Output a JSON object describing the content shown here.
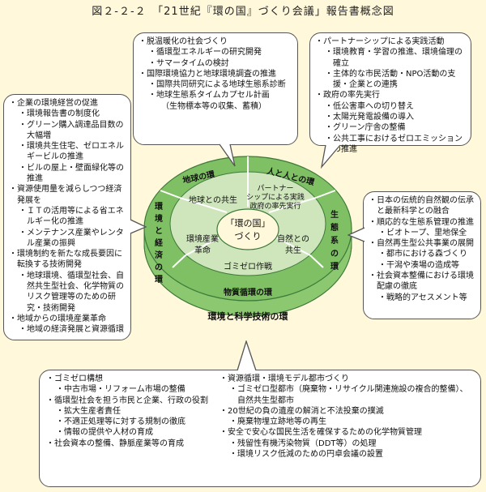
{
  "title": "図２-２-２　「21世紀『環の国』づくり会議」報告書概念図",
  "diagram": {
    "center": [
      "「環の国」",
      "づくり"
    ],
    "inner": [
      "地球との共生",
      "パートナー",
      "シップによる実践",
      "政府の率先実行",
      "自然との",
      "共生",
      "ゴミゼロ作戦",
      "環境産業",
      "革命"
    ],
    "ring": [
      "地球の環",
      "人と人との環",
      "生態系の環",
      "物質循環の環",
      "環境と経済の環"
    ],
    "outer": "環境と科学技術の環"
  },
  "boxes": {
    "top": [
      {
        "lvl": 0,
        "text": "脱温暖化の社会づくり"
      },
      {
        "lvl": 1,
        "text": "循環型エネルギーの研究開発"
      },
      {
        "lvl": 1,
        "text": "サマータイムの検討"
      },
      {
        "lvl": 0,
        "text": "国際環境協力と地球環境調査の推進"
      },
      {
        "lvl": 1,
        "text": "国際共同研究による地球生態系診断"
      },
      {
        "lvl": 1,
        "text": "地球生態系タイムカプセル計画"
      },
      {
        "lvl": 2,
        "text": "（生物標本等の収集、蓄積）"
      }
    ],
    "topright": [
      {
        "lvl": 0,
        "text": "パートナーシップによる実践活動"
      },
      {
        "lvl": 1,
        "text": "環境教育・学習の推進、環境倫理の確立"
      },
      {
        "lvl": 1,
        "text": "主体的な市民活動・NPO活動の支援・企業との連携"
      },
      {
        "lvl": 0,
        "text": "政府の率先実行"
      },
      {
        "lvl": 1,
        "text": "低公害車への切り替え"
      },
      {
        "lvl": 1,
        "text": "太陽光発電設備の導入"
      },
      {
        "lvl": 1,
        "text": "グリーン庁舎の整備"
      },
      {
        "lvl": 1,
        "text": "公共工事におけるゼロエミッションの推進"
      }
    ],
    "left": [
      {
        "lvl": 0,
        "text": "企業の環境経営の促進"
      },
      {
        "lvl": 1,
        "text": "環境報告書の制度化"
      },
      {
        "lvl": 1,
        "text": "グリーン購入調達品目数の大幅増"
      },
      {
        "lvl": 1,
        "text": "環境共生住宅、ゼロエネルギービルの推進"
      },
      {
        "lvl": 1,
        "text": "ビルの屋上・壁面緑化等の推進"
      },
      {
        "lvl": 0,
        "text": "資源使用量を減らしつつ経済発展を"
      },
      {
        "lvl": 1,
        "text": "ＩＴの活用等による省エネルギー化の推進"
      },
      {
        "lvl": 1,
        "text": "メンテナンス産業やレンタル産業の振興"
      },
      {
        "lvl": 0,
        "text": "環境制約を新たな成長要因に転換する技術開発"
      },
      {
        "lvl": 1,
        "text": "地球環境、循環型社会、自然共生型社会、化学物質のリスク管理等のための研究・技術開発"
      },
      {
        "lvl": 0,
        "text": "地域からの環境産業革命"
      },
      {
        "lvl": 1,
        "text": "地域の経済発展と資源循環"
      }
    ],
    "right": [
      {
        "lvl": 0,
        "text": "日本の伝統的自然観の伝承と最新科学との融合"
      },
      {
        "lvl": 0,
        "text": "順応的な生態系管理の推進"
      },
      {
        "lvl": 1,
        "text": "ビオトープ、里地保全"
      },
      {
        "lvl": 0,
        "text": "自然再生型公共事業の展開"
      },
      {
        "lvl": 1,
        "text": "都市における森づくり"
      },
      {
        "lvl": 1,
        "text": "干潟や湊場の造成等"
      },
      {
        "lvl": 0,
        "text": "社会資本整備における環境配慮の徹底"
      },
      {
        "lvl": 1,
        "text": "戦略的アセスメント等"
      }
    ],
    "bottom_left": [
      {
        "lvl": 0,
        "text": "ゴミゼロ構想"
      },
      {
        "lvl": 1,
        "text": "中古市場・リフォーム市場の整備"
      },
      {
        "lvl": 0,
        "text": "循環型社会を担う市民と企業、行政の役割"
      },
      {
        "lvl": 1,
        "text": "拡大生産者責任"
      },
      {
        "lvl": 1,
        "text": "不適正処理等に対する規制の徹底"
      },
      {
        "lvl": 1,
        "text": "情報の提供や人材の育成"
      },
      {
        "lvl": 0,
        "text": "社会資本の整備、静脈産業等の育成"
      }
    ],
    "bottom_right": [
      {
        "lvl": 0,
        "text": "資源循環・環境モデル都市づくり"
      },
      {
        "lvl": 1,
        "text": "ゴミゼロ型都市（廃棄物・リサイクル関連施設の複合的整備）、自然共生型都市"
      },
      {
        "lvl": 0,
        "text": "20世紀の負の遺産の解消と不法投棄の撲滅"
      },
      {
        "lvl": 1,
        "text": "廃棄物埋立跡地等の再生"
      },
      {
        "lvl": 0,
        "text": "安全で安心な国民生活を確保するための化学物質管理"
      },
      {
        "lvl": 1,
        "text": "残留性有機汚染物質（DDT等）の処理"
      },
      {
        "lvl": 1,
        "text": "環境リスク低減のための円卓会議の設置"
      }
    ]
  },
  "colors": {
    "page_bg": "#fff8da",
    "ring_green": "#7fbf62",
    "inner_green": "#c9e1b6",
    "center_fill": "#fff8da",
    "dark_green": "#3d7a3a"
  }
}
